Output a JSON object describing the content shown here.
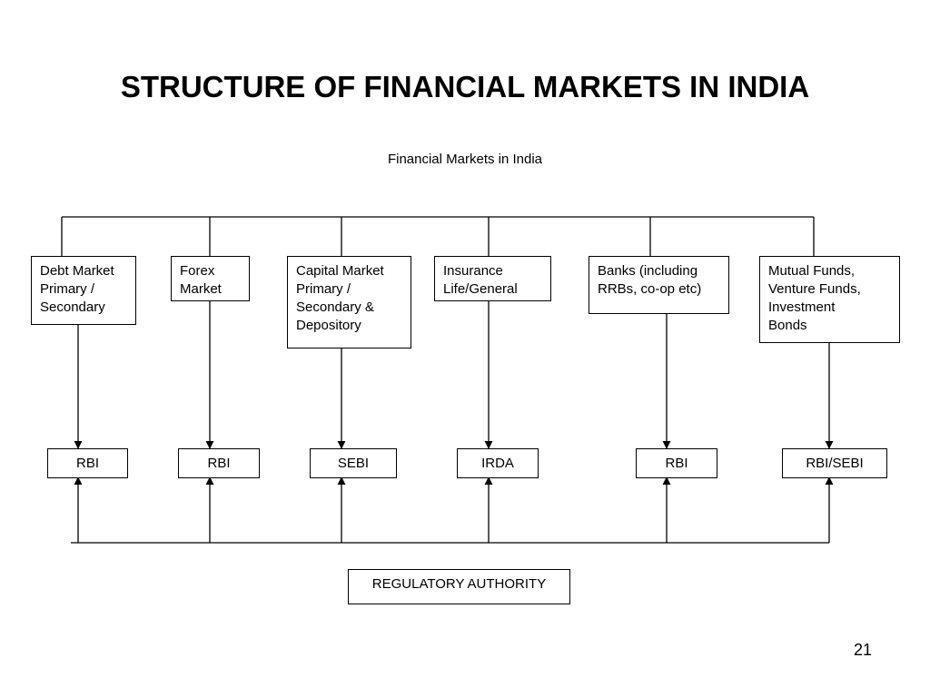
{
  "title": "STRUCTURE OF FINANCIAL MARKETS IN INDIA",
  "root_label": "Financial Markets in India",
  "markets": [
    {
      "id": "debt",
      "label": "Debt Market\nPrimary /\nSecondary",
      "regulator": "RBI"
    },
    {
      "id": "forex",
      "label": "Forex\nMarket",
      "regulator": "RBI"
    },
    {
      "id": "capital",
      "label": "Capital Market\nPrimary /\nSecondary &\nDepository",
      "regulator": "SEBI"
    },
    {
      "id": "insurance",
      "label": "Insurance\nLife/General",
      "regulator": "IRDA"
    },
    {
      "id": "banks",
      "label": "Banks (including\nRRBs, co-op etc)",
      "regulator": "RBI"
    },
    {
      "id": "mutual",
      "label": "Mutual Funds,\nVenture Funds,\nInvestment\nBonds",
      "regulator": "RBI/SEBI"
    }
  ],
  "authority_label": "REGULATORY AUTHORITY",
  "page_number": "21"
}
